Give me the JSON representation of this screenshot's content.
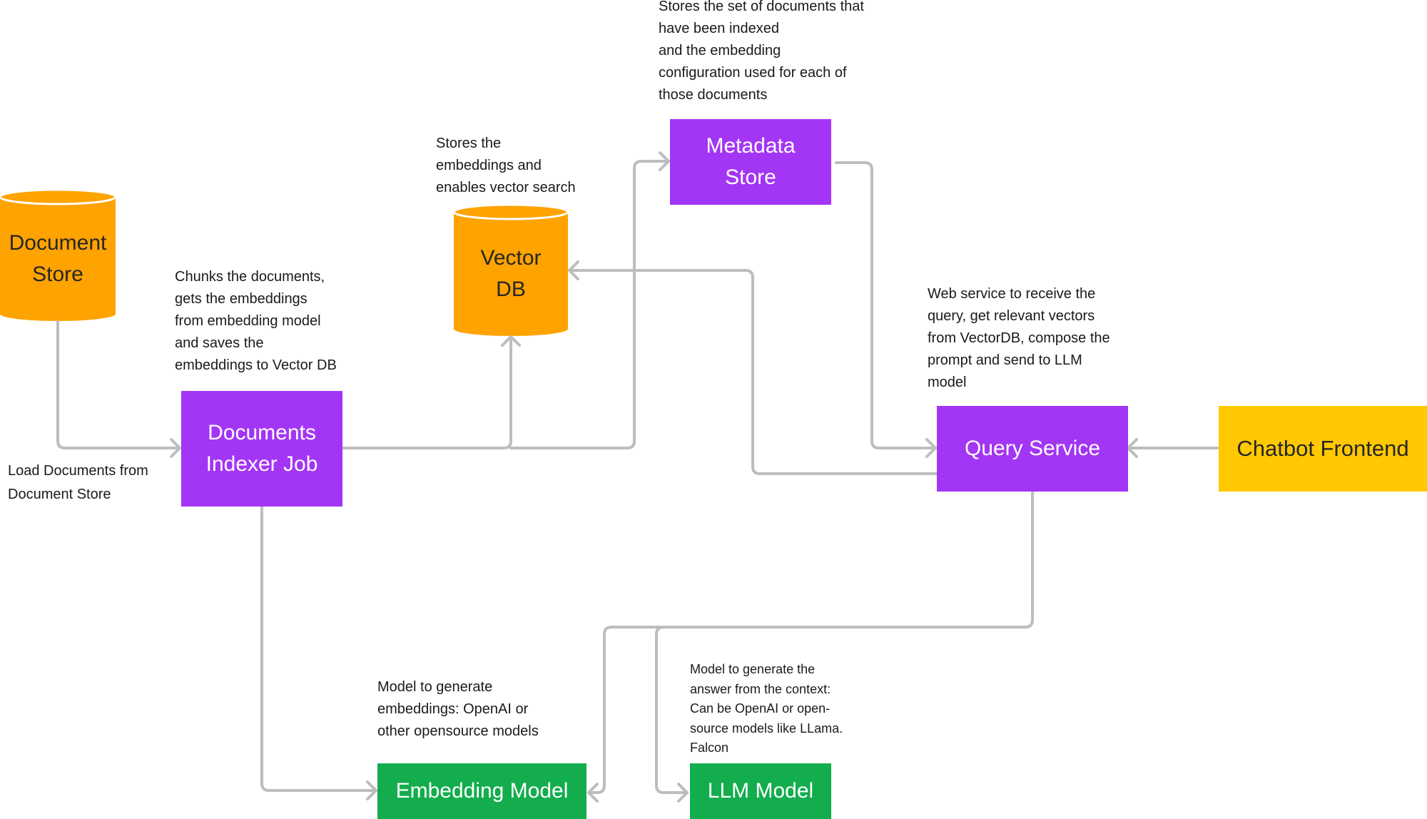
{
  "colors": {
    "store_orange": "#ffa300",
    "service_purple": "#a335f5",
    "model_green": "#13ad4e",
    "frontend_yellow": "#ffc800",
    "connector_gray": "#bdbdbd"
  },
  "nodes": {
    "document_store": "Document\nStore",
    "vector_db": "Vector\nDB",
    "metadata_store": "Metadata\nStore",
    "documents_indexer_job": "Documents\nIndexer Job",
    "query_service": "Query Service",
    "chatbot_frontend": "Chatbot Frontend",
    "embedding_model": "Embedding Model",
    "llm_model": "LLM Model"
  },
  "annotations": {
    "metadata_store_note": "Stores the set of documents that\nhave been indexed\nand the embedding\nconfiguration used for each of\nthose documents",
    "vector_db_note": "Stores the\nembeddings and\nenables vector search",
    "indexer_note": "Chunks the documents,\ngets the embeddings\nfrom embedding model\nand saves the\nembeddings to Vector DB",
    "load_documents_note": "Load Documents from\nDocument Store",
    "query_service_note": "Web service to receive the\nquery, get relevant vectors\nfrom VectorDB, compose the\nprompt and send to LLM\nmodel",
    "embedding_model_note": "Model to generate\nembeddings: OpenAI or\nother opensource models",
    "llm_model_note": "Model to generate the\nanswer from the context:\nCan be OpenAI or open-\nsource models like LLama.\nFalcon"
  }
}
